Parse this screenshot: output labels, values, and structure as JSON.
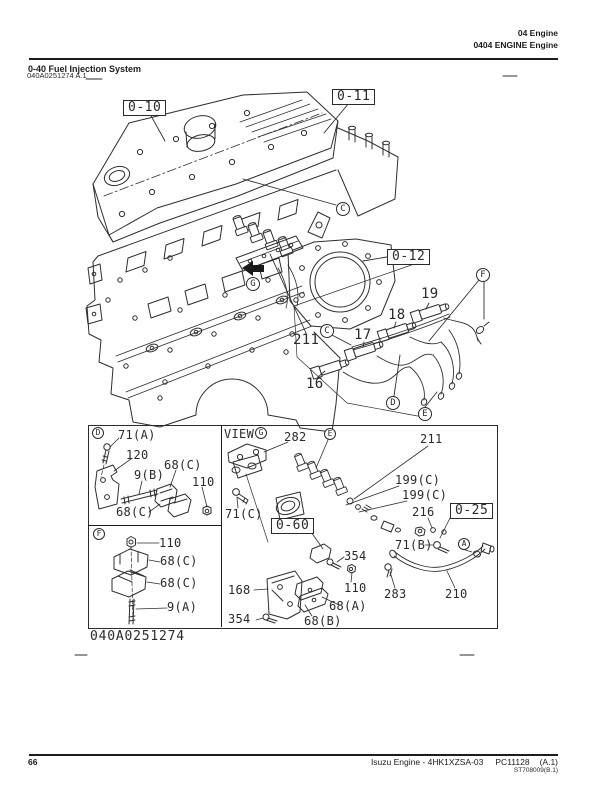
{
  "header": {
    "line1": "04 Engine",
    "line2": "0404 ENGINE Engine",
    "title": "0-40 Fuel Injection System",
    "figure_ref": "040A0251274 A.1"
  },
  "main_diagram": {
    "callout_boxes": [
      {
        "text": "0-10"
      },
      {
        "text": "0-11"
      },
      {
        "text": "0-12"
      }
    ],
    "circles": [
      {
        "text": "C"
      },
      {
        "text": "C"
      },
      {
        "text": "G"
      },
      {
        "text": "F"
      },
      {
        "text": "D"
      },
      {
        "text": "E"
      }
    ],
    "part_labels": [
      {
        "text": "19"
      },
      {
        "text": "18"
      },
      {
        "text": "17"
      },
      {
        "text": "16"
      },
      {
        "text": "211"
      }
    ]
  },
  "inset_left": {
    "circles": [
      {
        "text": "D"
      },
      {
        "text": "F"
      }
    ],
    "labels": [
      {
        "text": "71(A)"
      },
      {
        "text": "120"
      },
      {
        "text": "9(B)"
      },
      {
        "text": "68(C)"
      },
      {
        "text": "110"
      },
      {
        "text": "68(C)"
      },
      {
        "text": "110"
      },
      {
        "text": "68(C)"
      },
      {
        "text": "68(C)"
      },
      {
        "text": "9(A)"
      }
    ],
    "figure_number": "040A0251274"
  },
  "inset_right": {
    "view_label": "VIEW",
    "view_circle": "G",
    "callout_boxes": [
      {
        "text": "0-25"
      },
      {
        "text": "0-60"
      }
    ],
    "circles": [
      {
        "text": "E"
      },
      {
        "text": "A"
      }
    ],
    "labels": [
      {
        "text": "282"
      },
      {
        "text": "211"
      },
      {
        "text": "199(C)"
      },
      {
        "text": "199(C)"
      },
      {
        "text": "216"
      },
      {
        "text": "71(B)"
      },
      {
        "text": "71(C)"
      },
      {
        "text": "354"
      },
      {
        "text": "110"
      },
      {
        "text": "283"
      },
      {
        "text": "68(A)"
      },
      {
        "text": "68(B)"
      },
      {
        "text": "168"
      },
      {
        "text": "354"
      },
      {
        "text": "210"
      }
    ]
  },
  "footer": {
    "page_number": "66",
    "model_ref": "Isuzu Engine - 4HK1XZSA-03",
    "publication_ref": "PC11128",
    "revision": "(A.1)",
    "drawing_ref": "ST708009(B.1)"
  }
}
